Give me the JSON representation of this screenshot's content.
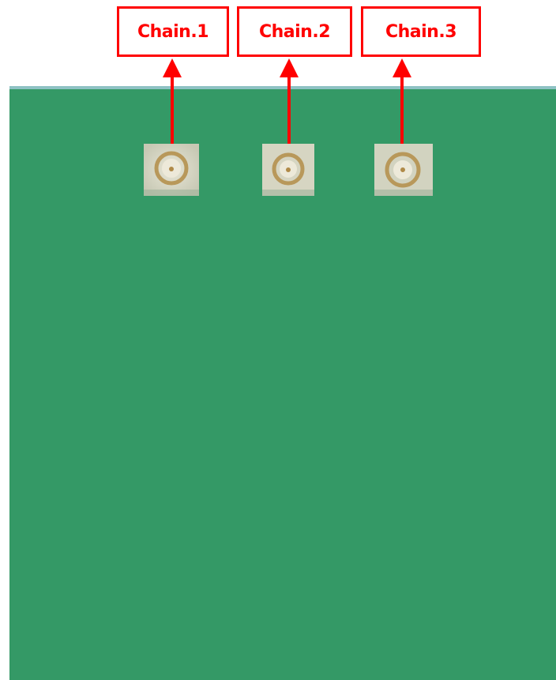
{
  "labels": {
    "chain1": "Chain.1",
    "chain2": "Chain.2",
    "chain3": "Chain.3"
  },
  "colors": {
    "board": "#349966",
    "label_border": "#ff0000",
    "label_text": "#ff0000",
    "arrow": "#ff0000"
  },
  "icons": {
    "connector": "antenna-connector-icon",
    "arrow": "arrow-up-icon"
  }
}
